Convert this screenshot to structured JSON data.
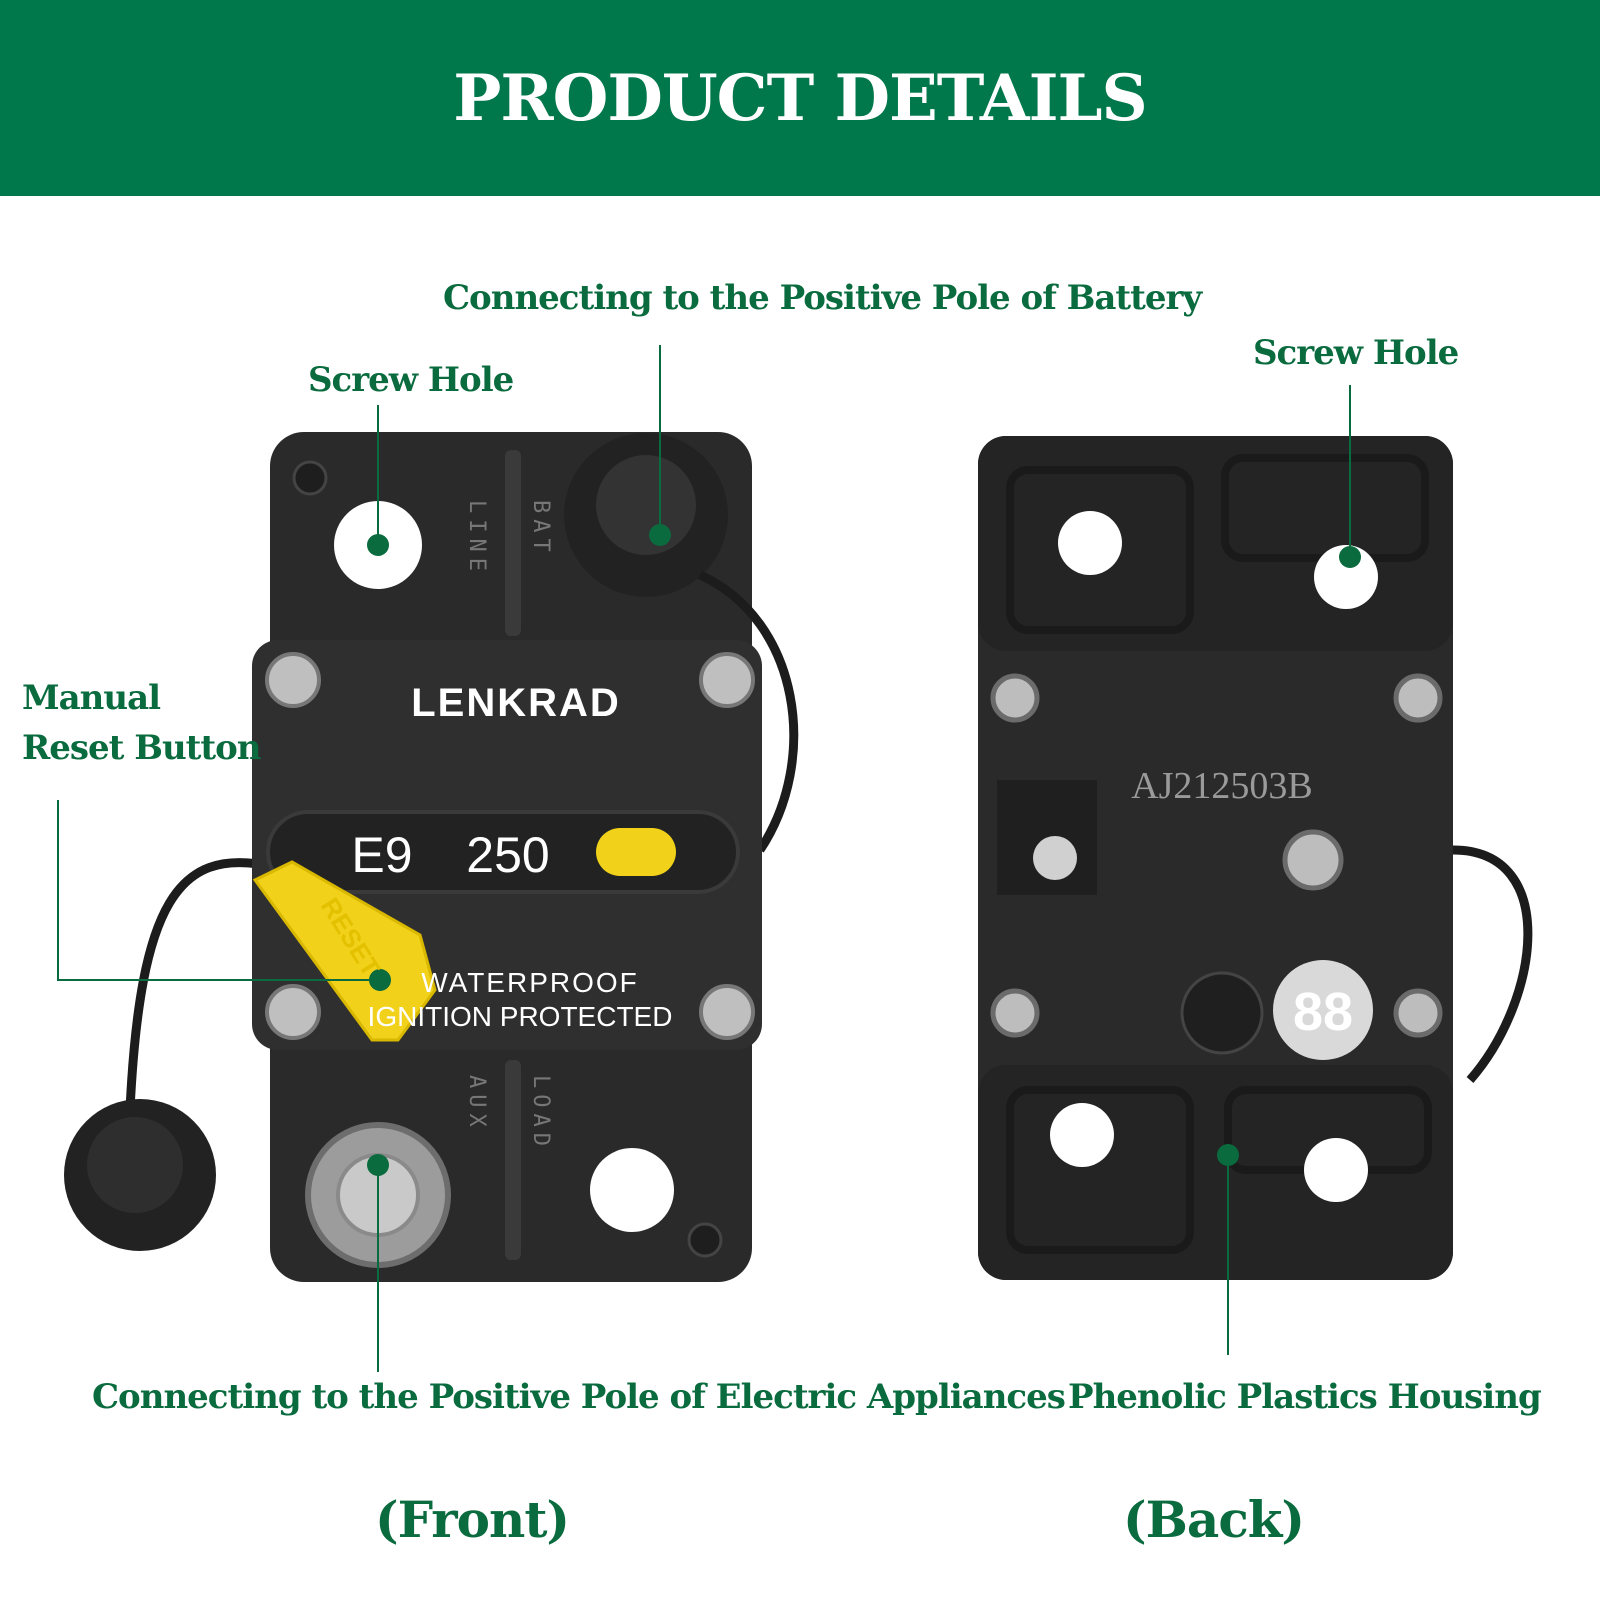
{
  "header": {
    "title": "PRODUCT DETAILS"
  },
  "colors": {
    "brand_green": "#00784b",
    "label_green": "#0a6b3f",
    "housing": "#2a2a2a",
    "tab_yellow": "#f2d11a"
  },
  "labels": {
    "battery": "Connecting to the Positive Pole of Battery",
    "screw_hole_front": "Screw Hole",
    "screw_hole_back": "Screw Hole",
    "manual_reset_1": "Manual",
    "manual_reset_2": "Reset Button",
    "appliances": "Connecting to the Positive Pole of Electric Appliances",
    "housing": "Phenolic Plastics Housing",
    "front": "(Front)",
    "back": "(Back)"
  },
  "front_device": {
    "brand": "LENKRAD",
    "code": "E9",
    "rating": "250",
    "line_1": "WATERPROOF",
    "line_2": "IGNITION PROTECTED",
    "terminal_top_a": "LINE",
    "terminal_top_b": "BAT",
    "terminal_bottom_a": "AUX",
    "terminal_bottom_b": "LOAD",
    "reset_tab": "RESET"
  },
  "back_device": {
    "serial": "AJ212503B",
    "dial_number": "88"
  }
}
